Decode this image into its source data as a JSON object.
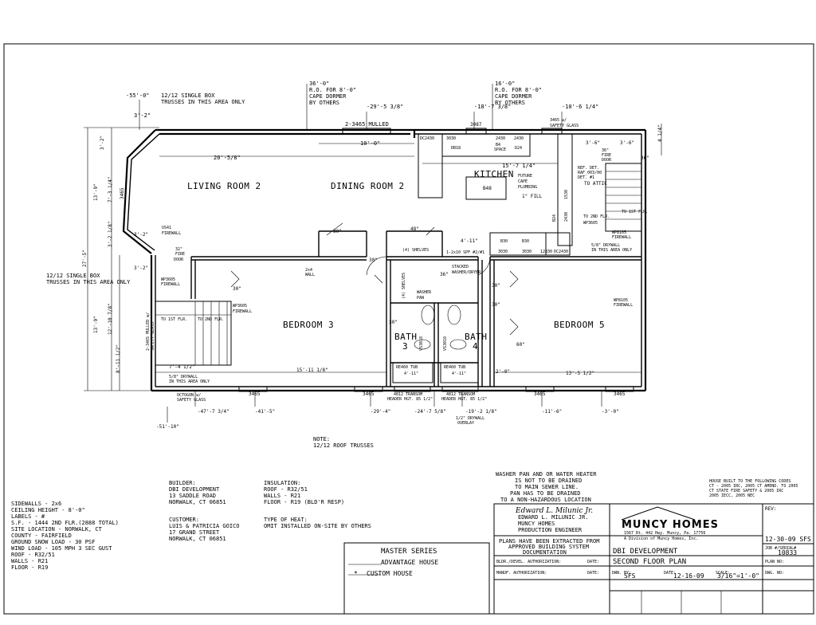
{
  "floorplan": {
    "rooms": {
      "living": "LIVING ROOM 2",
      "dining": "DINING ROOM 2",
      "kitchen": "KITCHEN",
      "bedroom3": "BEDROOM 3",
      "bedroom5": "BEDROOM 5",
      "bath3": "BATH",
      "bath3_num": "3",
      "bath4": "BATH",
      "bath4_num": "4"
    },
    "callouts": {
      "dim_55": "-55'-0\"",
      "trusses_top": [
        "12/12 SINGLE BOX",
        "TRUSSES IN THIS AREA ONLY"
      ],
      "dim_36": "36'-0\"",
      "ro_left": [
        "R.O. FOR 8'-0\"",
        "CAPE DORMER",
        "BY OTHERS"
      ],
      "dim_16": "16'-0\"",
      "ro_right": [
        "R.O. FOR 8'-0\"",
        "CAPE DORMER",
        "BY OTHERS"
      ],
      "dim_29_5": "-29'-5 3/8\"",
      "dim_18_7": "-18'-7 3/8\"",
      "dim_10_6": "-10'-6 1/4\"",
      "mulled": "2-3465 MULLED",
      "safety_glass": [
        "3465 w/",
        "SAFETY GLASS"
      ],
      "dim_3_2_top": "3'-2\"",
      "dim_20_5": "20'-5/8\"",
      "dim_10_0": "10'-0\"",
      "dim_15_7": "15'-7 1/4\"",
      "dim_3_6a": "3'-6\"",
      "dim_3_6b": "3'-6\"",
      "dim_4_1_4": "4 1/4\"",
      "dim_36_right": "36\"",
      "fire_door_right": [
        "36\"",
        "FIRE",
        "DOOR"
      ],
      "ref_det": [
        "REF. DET.",
        "RAF_003/00",
        "DET. #1"
      ],
      "to_attic": "TO ATTIC",
      "future_plumbing": [
        "FUTURE",
        "CAPE",
        "PLUMBING"
      ],
      "fill": "1\" FILL",
      "b48": "B48",
      "to_1st_flr_right": "TO 1ST FLR.",
      "to_2nd_flr_right": "TO 2ND FLR.",
      "wp_right": "WP3605",
      "firewall_right": [
        "5/8\" DRYWALL",
        "IN THIS AREA ONLY"
      ],
      "wp8105_top": [
        "WP8105",
        "FIREWALL"
      ],
      "wp8105_bed": [
        "WP8105",
        "FIREWALL"
      ],
      "dc2430": "DC2430",
      "cab_3030": "3030",
      "db18": "DB18",
      "cab_3087": "3087",
      "cab_2430a": "2430",
      "cab_2430b": "2430",
      "b4_space": [
        "B4",
        "SPACE"
      ],
      "d24": "D24",
      "b24": "B24",
      "cab_1530": "1530",
      "cab_2430c": "2430",
      "b30": "B30",
      "b30b": "B30",
      "cab_3030b": "3030",
      "cab_3030c": "3030",
      "cab_12830": "12830",
      "dc2430b": "DC2430",
      "dim_4_11": "4'-11\"",
      "shelves": "(4) SHELVES",
      "spf": "1-2x10 SPF #2/#1",
      "dim_48": "48\"",
      "dim_30a": "30\"",
      "dim_30b": "30\"",
      "dim_30c": "30\"",
      "dim_30d": "30\"",
      "dim_30e": "30\"",
      "dim_30f": "30\"",
      "dim_36b": "36\"",
      "stacked": [
        "STACKED",
        "WASHER/DRYER"
      ],
      "washer_pan": [
        "WASHER",
        "PAN"
      ],
      "shelves_v": "(4) SHELVES",
      "us41": [
        "US41",
        "FIREWALL"
      ],
      "fire_door_left": [
        "32\"",
        "FIRE",
        "DOOR"
      ],
      "wall_2x4": [
        "2x4",
        "WALL"
      ],
      "wp_left": [
        "WP3605",
        "FIREWALL"
      ],
      "wp_left2": [
        "WP3605",
        "FIREWALL"
      ],
      "to_1st_flr_left": "TO 1ST FLR.",
      "to_2nd_flr_left": "TO 2ND FLR.",
      "mulled_left": [
        "2-3465 MULLED w/",
        "SAFETY GLASS"
      ],
      "dim_3_2_mid": "3'-2\"",
      "dim_3_2_low": "3'-2\"",
      "trusses_left": [
        "12/12 SINGLE BOX",
        "TRUSSES IN THIS AREA ONLY"
      ],
      "dim_7_4": "7'-4 1/2\"",
      "firewall_left": [
        "5/8\" DRYWALL",
        "IN THIS AREA ONLY"
      ],
      "dim_15_11": "15'-11 1/8\"",
      "tub3": [
        "RE460 TUB",
        "4'-11\""
      ],
      "tub4": [
        "RE460 TUB",
        "4'-11\""
      ],
      "vanity_a": "VS3018",
      "vanity_b": "VS3018",
      "dim_2_0": "2'-0\"",
      "dim_13_5": "13'-5 1/2\"",
      "dim_60": "60\"",
      "octogon": [
        "OCTOGON w/",
        "SAFETY GLASS"
      ],
      "win_3465a": "3465",
      "win_3465b": "3465",
      "win_3465c": "3465",
      "win_3465d": "3465",
      "transom_a": [
        "4812 TRANSOM",
        "HEADER HGT. 85 1/2\""
      ],
      "transom_b": [
        "4812 TRANSOM",
        "HEADER HGT. 85 1/2\""
      ],
      "dim_47_7": "-47'-7 3/4\"",
      "dim_41_5": "-41'-5\"",
      "dim_29_4": "-29'-4\"",
      "dim_24_7": "-24'-7 5/8\"",
      "dim_19_2": "-19'-2 1/8\"",
      "dim_11_6": "-11'-6\"",
      "dim_3_0": "-3'-0\"",
      "dim_51_10": "-51'-10\"",
      "drywall_overlay": [
        "1/2\" DRYWALL",
        "OVERLAY"
      ],
      "left_dims": [
        "3'-2\"",
        "7'-3 1/4\"",
        "3465",
        "3'-2 1/8\"",
        "13'-9\"",
        "27'-5\"",
        "13'-9\"",
        "12'-10 7/8\"",
        "8'-11 1/2\""
      ]
    },
    "note": [
      "NOTE:",
      "12/12 ROOF TRUSSES"
    ],
    "washer_note": [
      "WASHER PAN AND OR WATER HEATER",
      "IS NOT TO BE DRAINED",
      "TO MAIN SEWER LINE.",
      "PAN HAS TO BE DRAINED",
      "TO A NON-HAZARDOUS LOCATION"
    ],
    "codes_note": [
      "HOUSE BUILT TO THE FOLLOWING CODES",
      "CT - 2005 IRC, 2005 CT AMEND. TO 2005",
      "CT STATE FIRE SAFETY & 2005 IRC",
      "2005 IECC, 2005 NEC"
    ]
  },
  "specs": [
    "SIDEWALLS - 2x6",
    "CEILING HEIGHT - 8'-0\"",
    "LABELS - #",
    "S.F. - 1444 2ND FLR.(2888 TOTAL)",
    "SITE LOCATION - NORWALK, CT",
    "COUNTY - FAIRFIELD",
    "GROUND SNOW LOAD - 30 PSF",
    "WIND LOAD - 105 MPH 3 SEC GUST",
    "ROOF - R32/51",
    "WALLS - R21",
    "FLOOR - R19"
  ],
  "builder": [
    "BUILDER:",
    "DBI DEVELOPMENT",
    "13 SADDLE ROAD",
    "NORWALK, CT 06851"
  ],
  "customer": [
    "CUSTOMER:",
    "LUIS & PATRICIA GOICO",
    "17 GRAND STREET",
    "NORWALK, CT 06851"
  ],
  "insulation": [
    "INSULATION:",
    "ROOF - R32/51",
    "WALLS - R21",
    "FLOOR - R19 (BLD'R RESP)"
  ],
  "heat": [
    "TYPE OF HEAT:",
    "OMIT INSTALLED ON-SITE BY OTHERS"
  ],
  "series": {
    "title": "MASTER SERIES",
    "advantage": "ADVANTAGE HOUSE",
    "custom_mark": "*",
    "custom": "CUSTOM HOUSE"
  },
  "titleblock": {
    "signature": "Edward L. Milunic Jr.",
    "engineer": [
      "EDWARD L. MILUNIC JR.",
      "MUNCY HOMES",
      "PRODUCTION ENGINEER"
    ],
    "logo": "MUNCY HOMES",
    "address": [
      "1567 Rt. 442 Hwy.        Muncy, Pa. 17756",
      "A Division of Muncy Homes, Inc."
    ],
    "rev_label": "REV:",
    "rev_value": "12-30-09 SFS",
    "plans_note": [
      "PLANS HAVE BEEN EXTRACTED FROM",
      "APPROVED BUILDING SYSTEM",
      "DOCUMENTATION"
    ],
    "job_name": "DBI DEVELOPMENT",
    "job_label": "JOB #/SERIAL#",
    "job_value": "10833",
    "bldr_auth": "BLDR./DEVEL. AUTHORIZATION:",
    "date_label1": "DATE:",
    "sheet_title": "SECOND FLOOR PLAN",
    "plan_no_label": "PLAN NO:",
    "manuf_auth": "MANUF. AUTHORIZATION:",
    "date_label2": "DATE:",
    "dwn_by_label": "DWN. BY:",
    "dwn_by": "SFS",
    "date_label3": "DATE:",
    "date": "12-16-09",
    "scale_label": "SCALE:",
    "scale": "3/16\"=1'-0\"",
    "dwg_no_label": "DWG. NO:"
  }
}
